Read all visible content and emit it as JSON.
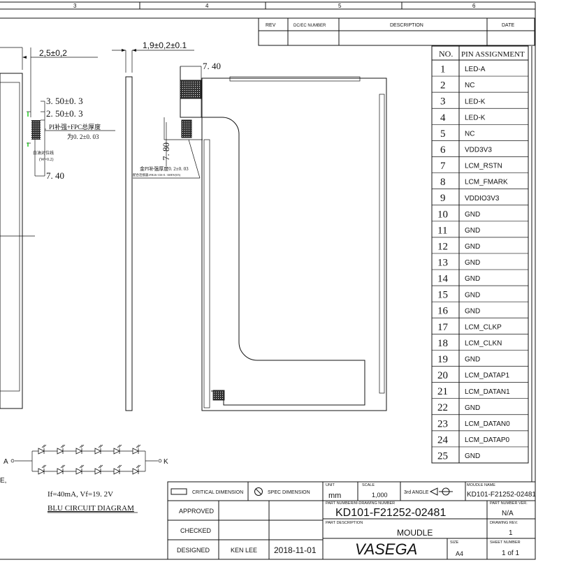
{
  "zones": {
    "z3": "3",
    "z4": "4",
    "z5": "5",
    "z6": "6"
  },
  "revision_table": {
    "rev": "REV",
    "dcec": "DC/EC NUMBER",
    "description": "DESCRIPTION",
    "date": "DATE"
  },
  "dimensions": {
    "dim_left_top": "2,5±0,2",
    "dim_side": "1,9±0,2±0.1",
    "d_740_top": "7. 40",
    "d_350": "3. 50±0. 3",
    "d_250": "2. 50±0. 3",
    "pi_note": "PI补强+FPC总厚度",
    "pi_val": "为0. 2±0. 03",
    "white_line": "白油对位线",
    "white_w": "(W=0.2)",
    "d_740_mid": "7. 40",
    "d_780": "7. 80",
    "gold_note": "金PI补强厚度0. 2±0. 03",
    "gold_note2": "配合连接器:FH26-33S-0. 3SHW(05)"
  },
  "pin_table": {
    "header_no": "NO.",
    "header_pin": "PIN ASSIGNMENT",
    "rows": [
      {
        "no": "1",
        "pin": "LED-A"
      },
      {
        "no": "2",
        "pin": "NC"
      },
      {
        "no": "3",
        "pin": "LED-K"
      },
      {
        "no": "4",
        "pin": "LED-K"
      },
      {
        "no": "5",
        "pin": "NC"
      },
      {
        "no": "6",
        "pin": "VDD3V3"
      },
      {
        "no": "7",
        "pin": "LCM_RSTN"
      },
      {
        "no": "8",
        "pin": "LCM_FMARK"
      },
      {
        "no": "9",
        "pin": "VDDIO3V3"
      },
      {
        "no": "10",
        "pin": "GND"
      },
      {
        "no": "11",
        "pin": "GND"
      },
      {
        "no": "12",
        "pin": "GND"
      },
      {
        "no": "13",
        "pin": "GND"
      },
      {
        "no": "14",
        "pin": "GND"
      },
      {
        "no": "15",
        "pin": "GND"
      },
      {
        "no": "16",
        "pin": "GND"
      },
      {
        "no": "17",
        "pin": "LCM_CLKP"
      },
      {
        "no": "18",
        "pin": "LCM_CLKN"
      },
      {
        "no": "19",
        "pin": "GND"
      },
      {
        "no": "20",
        "pin": "LCM_DATAP1"
      },
      {
        "no": "21",
        "pin": "LCM_DATAN1"
      },
      {
        "no": "22",
        "pin": "GND"
      },
      {
        "no": "23",
        "pin": "LCM_DATAN0"
      },
      {
        "no": "24",
        "pin": "LCM_DATAP0"
      },
      {
        "no": "25",
        "pin": "GND"
      }
    ]
  },
  "circuit": {
    "a": "A",
    "k": "K",
    "cut_text": "E,",
    "spec": "If=40mA, Vf=19. 2V",
    "title": "BLU CIRCUIT DIAGRAM"
  },
  "title_block": {
    "critical_dimension": "CRITICAL DIMENSION",
    "spec_dimension": "SPEC DIMENSION",
    "unit_label": "UNIT",
    "unit": "mm",
    "scale_label": "SCALE",
    "scale": "1,000",
    "angle": "3rd ANGLE",
    "model_name_label": "MOUDLE NAME",
    "model_name": "KD101-F21252-02481",
    "approved": "APPROVED",
    "checked": "CHECKED",
    "designed": "DESIGNED",
    "designer": "KEN LEE",
    "date": "2018-11-01",
    "part_number_label": "PART NUMBER/M-DRAWING NUMBER",
    "part_number": "KD101-F21252-02481",
    "part_ver_label": "PART NUMBER VER.",
    "part_ver": "N/A",
    "part_desc_label": "PART DESCRIPTION",
    "part_desc": "MOUDLE",
    "drawing_rev_label": "DRAWING REV.",
    "drawing_rev": "1",
    "company": "VASEGA",
    "size_label": "SIZE",
    "size": "A4",
    "sheet_label": "SHEET NUMBER",
    "sheet": "1 of 1"
  }
}
